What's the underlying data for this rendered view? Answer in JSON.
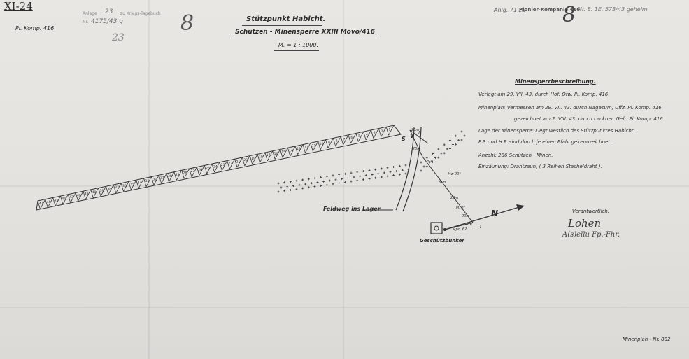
{
  "archive": {
    "sheet_no": "XI-24",
    "unit_left": "Pi. Komp. 416",
    "stamp_line1": "Anlage",
    "stamp_num1": "23",
    "stamp_line2": "zu Kriegs-Tagebuch",
    "stamp_line3": "Nr.",
    "stamp_ref": "4175/43 g",
    "big_number_left": "8",
    "handwritten_23": "23",
    "top_right_note": "Anlg. 71 zu",
    "top_right_stamp": "Pionier-Kompanie 416",
    "top_right_ref": "Nr. 8. 1E. 573/43 geheim",
    "big_number_right": "8"
  },
  "title": {
    "line1": "Stützpunkt Habicht.",
    "line2": "Schützen - Minensperre XXIII Mövo/416",
    "scale": "M. = 1 : 1000."
  },
  "description": {
    "heading": "Minensperrbeschreibung.",
    "lines": [
      "Verlegt am 29. VII. 43. durch Hof. Ofw. Pi. Komp. 416",
      "Minenplan: Vermessen am 29. VII. 43. durch Nagesum, Uffz. Pi. Komp. 416",
      "gezeichnet am 2. VIII. 43. durch Lackner, Gefr. Pi. Komp. 416",
      "Lage der Minensperre: Liegt westlich des Stützpunktes Habicht.",
      "F.P. und H.P. sind durch je einen Pfahl gekennzeichnet.",
      "Anzahl: 286 Schützen - Minen.",
      "Einzäunung: Drahtzaun, ( 3 Reihen Stacheldraht )."
    ]
  },
  "labels": {
    "road": "Feldweg ins Lager",
    "bunker": "Geschützbunker",
    "north": "N",
    "responsible": "Verantwortlich:",
    "sig1": "Lohen",
    "sig2": "A(s)ellu Fp.-Fhr.",
    "footer": "Minenplan - Nr. 882",
    "dist_20": "20m",
    "point_s": "S",
    "point_v": "V",
    "fp_label": "F.P.",
    "hp_label": "H.P.",
    "bearing1": "Mw 20°",
    "bearing2": "M. 8°",
    "bearing3": "Rpo. 62",
    "roman_top": "I",
    "roman_bottom": "I",
    "strip_numbers": [
      "1",
      "2",
      "3",
      "4",
      "5",
      "6",
      "7",
      "8",
      "9",
      "10",
      "11",
      "12",
      "13",
      "14",
      "15",
      "16",
      "17",
      "18",
      "19",
      "20",
      "21",
      "22",
      "23",
      "24",
      "25",
      "26",
      "27",
      "28",
      "29",
      "30",
      "31",
      "32",
      "33",
      "34",
      "35",
      "36",
      "37",
      "38",
      "39",
      "40",
      "41",
      "42",
      "43",
      "44",
      "45",
      "46",
      "47"
    ]
  },
  "colors": {
    "paper": "#e6e4e0",
    "ink": "#2c2c2c",
    "pencil": "#6a6a6a"
  }
}
